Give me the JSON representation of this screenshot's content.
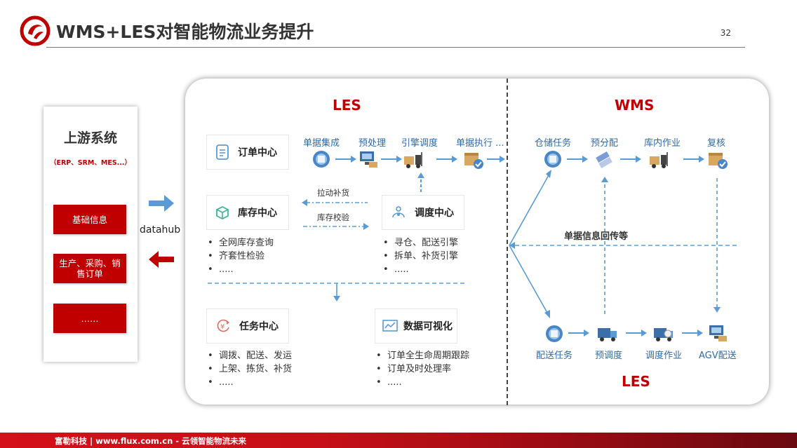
{
  "header": {
    "title": "WMS+LES对智能物流业务提升",
    "page_number": "32"
  },
  "upstream": {
    "title": "上游系统",
    "subtitle": "（ERP、SRM、MES...）",
    "boxes": [
      "基础信息",
      "生产、采购、销售订单",
      "……"
    ]
  },
  "datahub_label": "datahub",
  "les": {
    "title": "LES",
    "flow_steps": [
      "单据集成",
      "预处理",
      "引擎调度",
      "单据执行 ..."
    ],
    "order_center": "订单中心",
    "inventory_center": "库存中心",
    "dispatch_center": "调度中心",
    "task_center": "任务中心",
    "data_viz": "数据可视化",
    "pull_replenish": "拉动补货",
    "inventory_check": "库存校验",
    "inventory_bullets": [
      "全网库存查询",
      "齐套性检验",
      "....."
    ],
    "dispatch_bullets": [
      "寻仓、配送引擎",
      "拆单、补货引擎",
      "....."
    ],
    "task_bullets": [
      "调拨、配送、发运",
      "上架、拣货、补货",
      "....."
    ],
    "viz_bullets": [
      "订单全生命周期跟踪",
      "订单及时处理率",
      "....."
    ]
  },
  "wms": {
    "title": "WMS",
    "flow_steps": [
      "仓储任务",
      "预分配",
      "库内作业",
      "复核"
    ],
    "feedback_label": "单据信息回传等",
    "bottom_steps": [
      "配送任务",
      "预调度",
      "调度作业",
      "AGV配送"
    ],
    "bottom_title": "LES"
  },
  "footer": {
    "text": "富勒科技 | www.flux.com.cn  -  云领智能物流未来"
  },
  "colors": {
    "brand_red": "#c00000",
    "flow_blue": "#5b9bd5",
    "text_blue": "#2e6aa8"
  }
}
